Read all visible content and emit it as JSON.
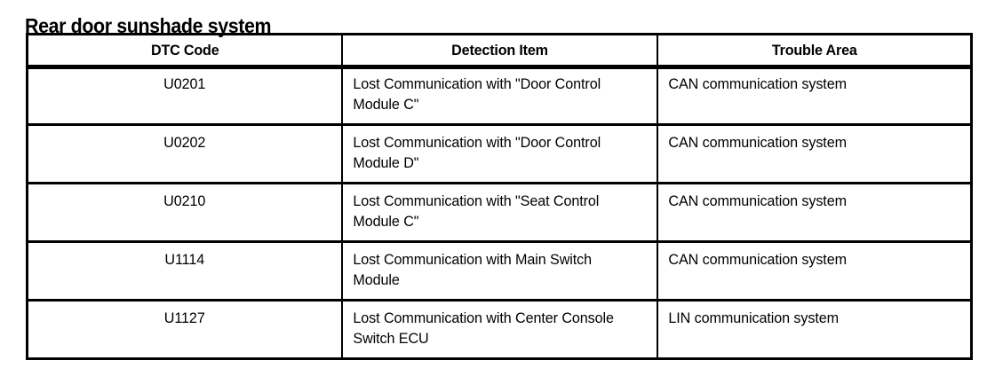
{
  "page": {
    "title": "Rear door sunshade system",
    "background_color": "#ffffff",
    "text_color": "#000000",
    "rule_color": "#000000"
  },
  "table": {
    "columns": [
      {
        "key": "dtc_code",
        "label": "DTC Code",
        "align": "center"
      },
      {
        "key": "detection_item",
        "label": "Detection Item",
        "align": "left"
      },
      {
        "key": "trouble_area",
        "label": "Trouble Area",
        "align": "left"
      }
    ],
    "rows": [
      {
        "dtc_code": "U0201",
        "detection_item": "Lost Communication with \"Door Control Module C\"",
        "trouble_area": "CAN communication system"
      },
      {
        "dtc_code": "U0202",
        "detection_item": "Lost Communication with \"Door Control Module D\"",
        "trouble_area": "CAN communication system"
      },
      {
        "dtc_code": "U0210",
        "detection_item": "Lost Communication with \"Seat Control Module C\"",
        "trouble_area": "CAN communication system"
      },
      {
        "dtc_code": "U1114",
        "detection_item": "Lost Communication with Main Switch Module",
        "trouble_area": "CAN communication system"
      },
      {
        "dtc_code": "U1127",
        "detection_item": "Lost Communication with Center Console Switch ECU",
        "trouble_area": "LIN communication system"
      }
    ]
  }
}
